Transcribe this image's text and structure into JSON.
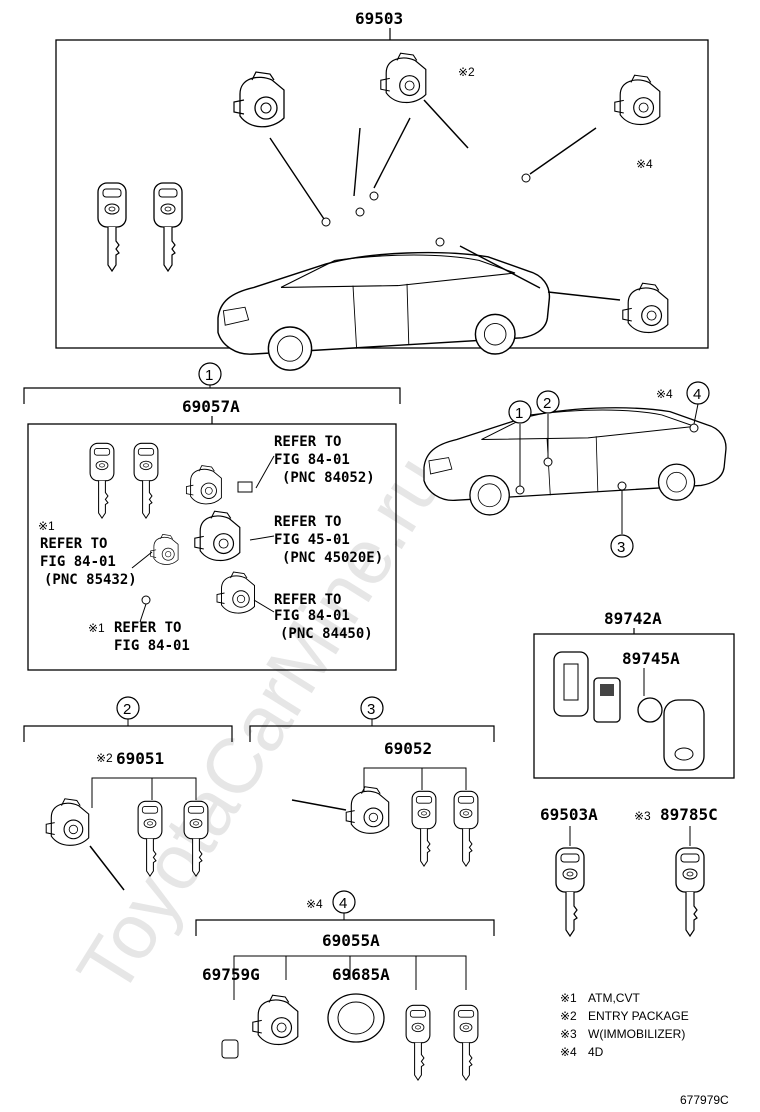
{
  "watermark": "ToyotaCarMine.ru",
  "figure_id": "677979C",
  "sections": {
    "top": {
      "part_number": "69503",
      "note_mark_a": "※2",
      "note_mark_b": "※4"
    },
    "s1": {
      "callout": "1",
      "part_number": "69057A",
      "refs": [
        {
          "text": "REFER TO\nFIG 84-01\n(PNC 84052)"
        },
        {
          "text": "REFER TO\nFIG 45-01\n(PNC 45020E)"
        },
        {
          "text": "REFER TO\nFIG 84-01\n(PNC 84450)"
        },
        {
          "mark": "※1",
          "text": "REFER TO\nFIG 84-01\n(PNC 85432)"
        },
        {
          "mark": "※1",
          "text": "REFER TO\nFIG 84-01"
        }
      ]
    },
    "car2": {
      "callouts": [
        "1",
        "2",
        "3",
        "4"
      ],
      "mark": "※4"
    },
    "s2": {
      "callout": "2",
      "mark": "※2",
      "part_number": "69051"
    },
    "s3": {
      "callout": "3",
      "part_number": "69052"
    },
    "s4": {
      "callout": "4",
      "mark": "※4",
      "part_number": "69055A",
      "sub_parts": [
        "69759G",
        "69685A"
      ]
    },
    "remote": {
      "part_number": "89742A",
      "sub_part": "89745A"
    },
    "keys": {
      "left": "69503A",
      "right_mark": "※3",
      "right": "89785C"
    }
  },
  "notes": [
    {
      "mark": "※1",
      "text": "ATM,CVT"
    },
    {
      "mark": "※2",
      "text": "ENTRY PACKAGE"
    },
    {
      "mark": "※3",
      "text": "W(IMMOBILIZER)"
    },
    {
      "mark": "※4",
      "text": "4D"
    }
  ]
}
